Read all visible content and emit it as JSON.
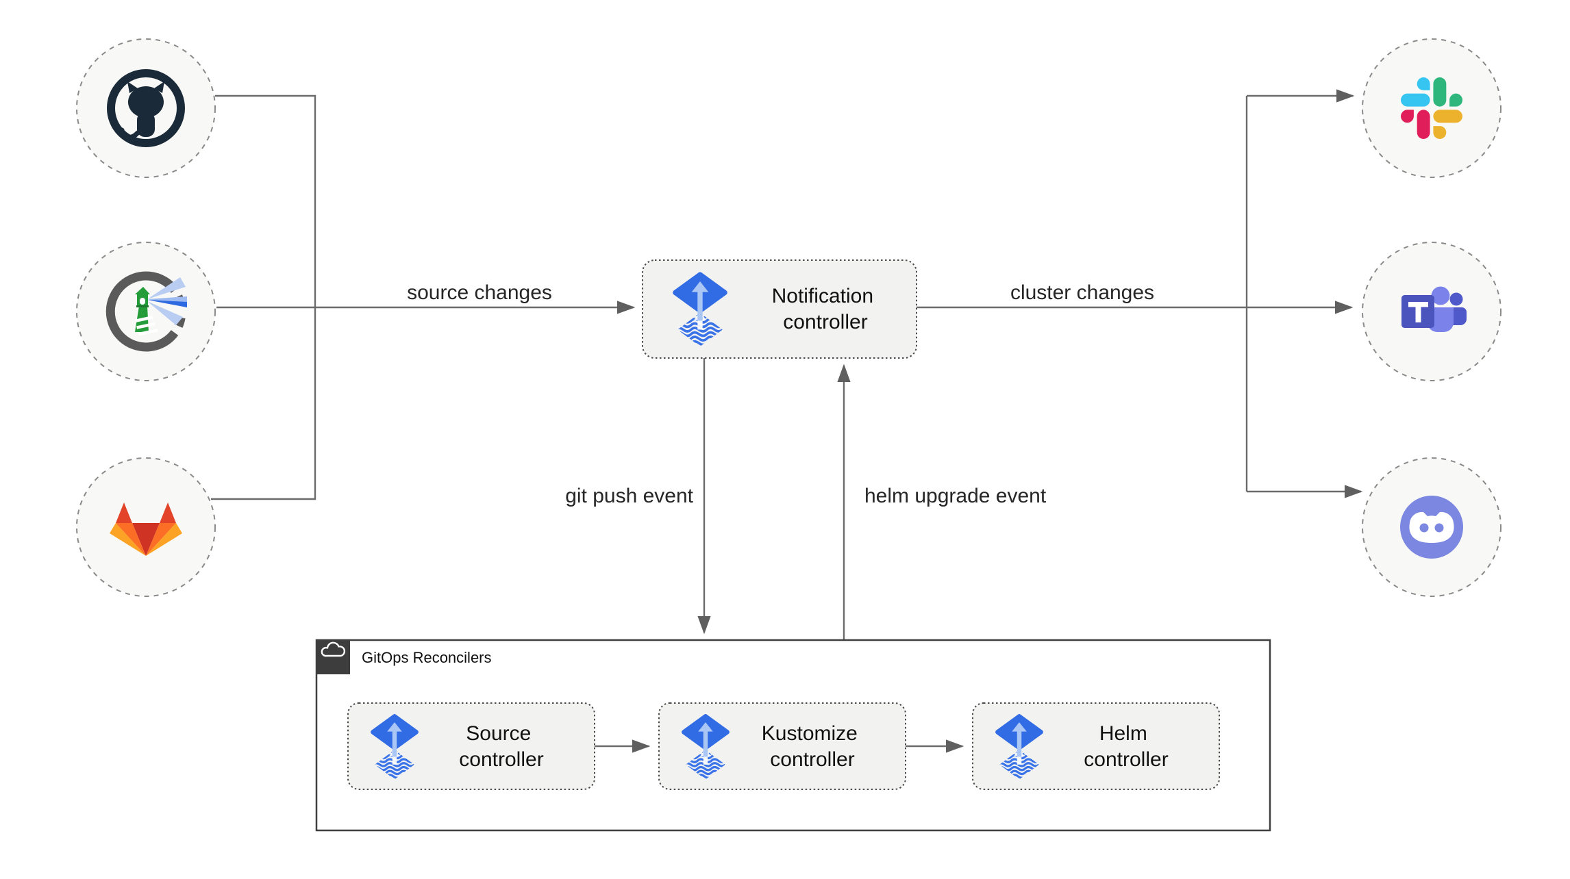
{
  "diagram": {
    "sources": [
      {
        "icon": "github"
      },
      {
        "icon": "harbor"
      },
      {
        "icon": "gitlab"
      }
    ],
    "notification_controller": {
      "line1": "Notification",
      "line2": "controller"
    },
    "targets": [
      {
        "icon": "slack"
      },
      {
        "icon": "microsoft-teams"
      },
      {
        "icon": "discord"
      }
    ],
    "edges": {
      "source_changes": "source changes",
      "cluster_changes": "cluster changes",
      "git_push_event": "git push event",
      "helm_upgrade_event": "helm upgrade event"
    },
    "reconcilers": {
      "title": "GitOps Reconcilers",
      "items": [
        {
          "line1": "Source",
          "line2": "controller"
        },
        {
          "line1": "Kustomize",
          "line2": "controller"
        },
        {
          "line1": "Helm",
          "line2": "controller"
        }
      ]
    },
    "colors": {
      "flux_blue": "#316ce4",
      "flux_light": "#aac6f5",
      "line_gray": "#636363",
      "box_fill": "#f2f2f1",
      "box_border": "#4a4a4a",
      "circle_fill": "#f8f8f6",
      "circle_border": "#8a8a8a",
      "github_dark": "#1b2a38",
      "harbor_gray": "#5a5a5a",
      "harbor_green": "#249c3a",
      "gitlab_red": "#e24329",
      "gitlab_dark_red": "#cf3323",
      "gitlab_orange": "#fc6d26",
      "gitlab_yellow": "#fca326",
      "slack_blue": "#36C5F0",
      "slack_green": "#2EB67D",
      "slack_yellow": "#ECB22E",
      "slack_red": "#E01E5A",
      "teams_purple": "#4b53bc",
      "teams_light": "#7b83eb",
      "teams_mid": "#5059c9",
      "discord_blurple": "#7b87e0",
      "corner_square": "#3d3d3d"
    }
  }
}
